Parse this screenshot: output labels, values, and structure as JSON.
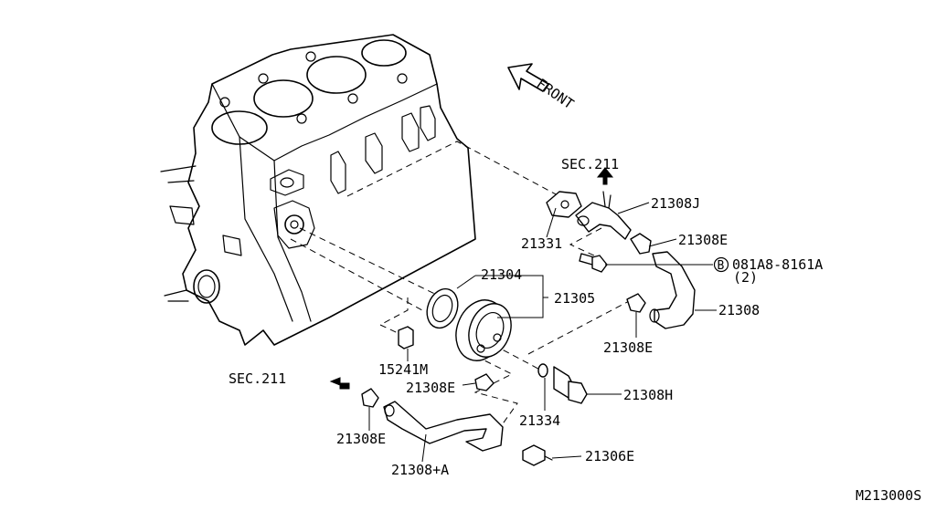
{
  "labels": {
    "front": "FRONT",
    "sec_top": "SEC.211",
    "sec_left": "SEC.211",
    "p21308J": "21308J",
    "p21308E_top": "21308E",
    "bolt_code": "081A8-8161A",
    "bolt_symbol": "B",
    "bolt_qty": "(2)",
    "p21331": "21331",
    "p21304": "21304",
    "p21305": "21305",
    "p21308": "21308",
    "p21308E_right": "21308E",
    "p15241M": "15241M",
    "p21308E_mid": "21308E",
    "p21334": "21334",
    "p21308H": "21308H",
    "p21308E_low": "21308E",
    "p21308A": "21308+A",
    "p21306E": "21306E",
    "figure_code": "M213000S"
  }
}
